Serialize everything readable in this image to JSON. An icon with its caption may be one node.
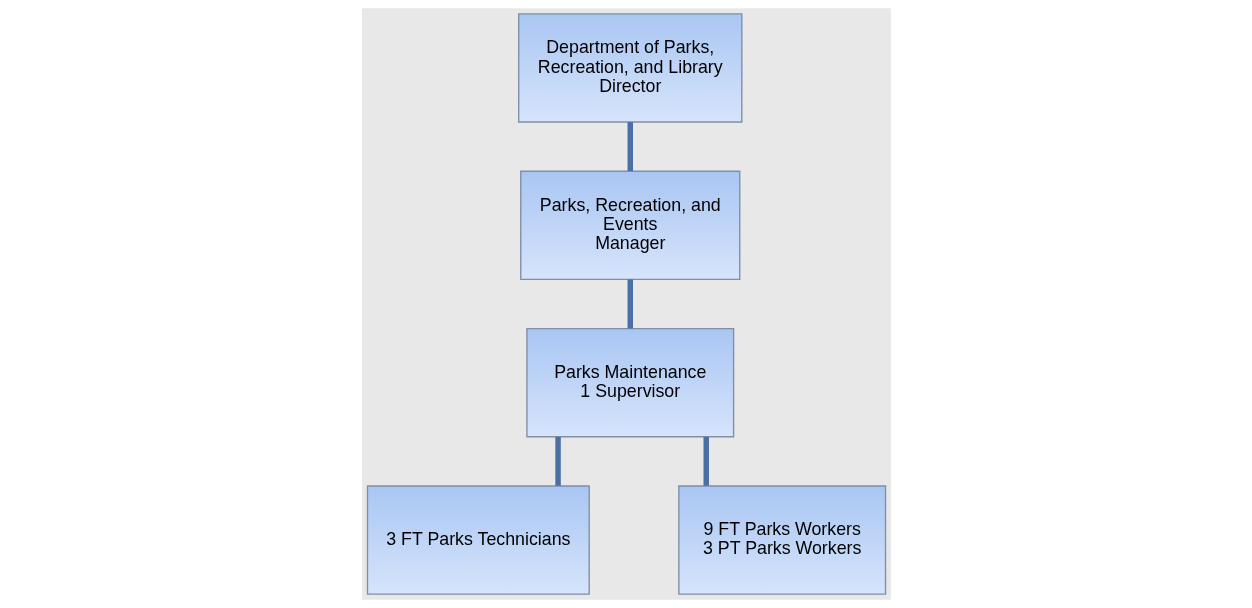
{
  "diagram": {
    "nodes": [
      {
        "text": [
          "Department of Parks, Recreation, and Library",
          "Director"
        ]
      },
      {
        "text": [
          "Parks, Recreation, and Events",
          "Manager"
        ]
      },
      {
        "text": [
          "Parks Maintenance",
          "1 Supervisor"
        ]
      },
      {
        "text": [
          "3 FT Parks Technicians"
        ]
      },
      {
        "text": [
          "9 FT Parks Workers",
          "3 PT Parks Workers"
        ]
      }
    ],
    "edges": [
      {
        "from": 0,
        "to": 1,
        "arrow": "none"
      },
      {
        "from": 1,
        "to": 2,
        "arrow": "none"
      },
      {
        "from": 2,
        "to": 3,
        "arrow": "none"
      },
      {
        "from": 2,
        "to": 4,
        "arrow": "none"
      }
    ]
  }
}
